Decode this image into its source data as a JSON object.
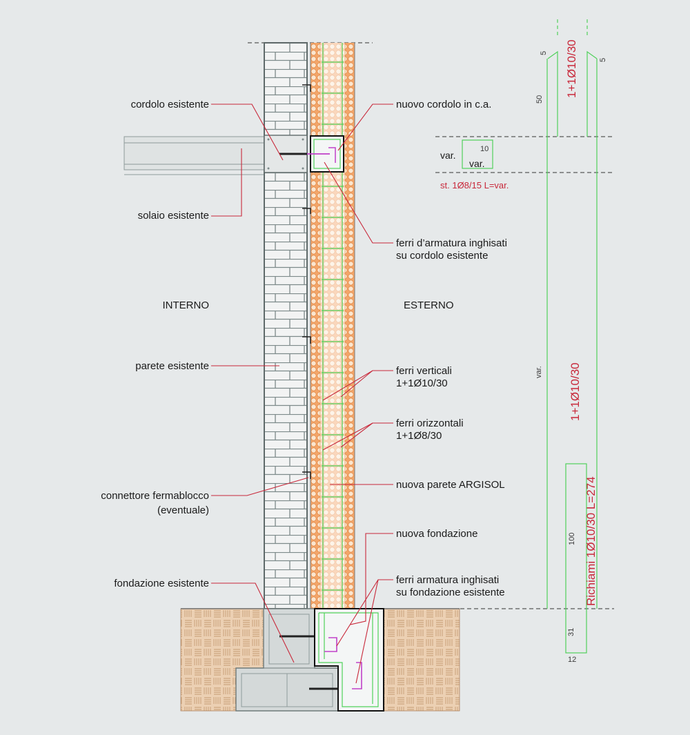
{
  "zones": {
    "interior": "INTERNO",
    "exterior": "ESTERNO"
  },
  "labels_left": {
    "cordolo": "cordolo esistente",
    "solaio": "solaio esistente",
    "parete": "parete esistente",
    "connettore_1": "connettore fermablocco",
    "connettore_2": "(eventuale)",
    "fondazione": "fondazione esistente"
  },
  "labels_right": {
    "nuovo_cordolo": "nuovo cordolo in c.a.",
    "ferri_arm_1": "ferri d’armatura inghisati",
    "ferri_arm_2": "su cordolo esistente",
    "ferri_vert_1": "ferri verticali",
    "ferri_vert_2": "1+1Ø10/30",
    "ferri_orizz_1": "ferri orizzontali",
    "ferri_orizz_2": "1+1Ø8/30",
    "nuova_parete": "nuova parete ARGISOL",
    "nuova_fondazione": "nuova fondazione",
    "ferri_fond_1": "ferri armatura inghisati",
    "ferri_fond_2": "su fondazione esistente"
  },
  "rebar_schedule": {
    "dim_5_left": "5",
    "dim_5_right": "5",
    "dim_50": "50",
    "top_bars": "1+1Ø10/30",
    "var_outer": "var.",
    "var_inner": "var.",
    "dim_10": "10",
    "stirrups": "st. 1Ø8/15 L=var.",
    "var_vertical": "var.",
    "main_bars": "1+1Ø10/30",
    "dim_100": "100",
    "dowels": "Richiami 1Ø10/30 L=274",
    "dim_31": "31",
    "dim_12": "12"
  },
  "colors": {
    "leader": "#c8283a",
    "rebar": "#4fd15a",
    "dowel": "#c040c8",
    "insulation": "#f0a060",
    "brick_fill": "#f2f3f3",
    "soil": "#e9c7a6"
  }
}
